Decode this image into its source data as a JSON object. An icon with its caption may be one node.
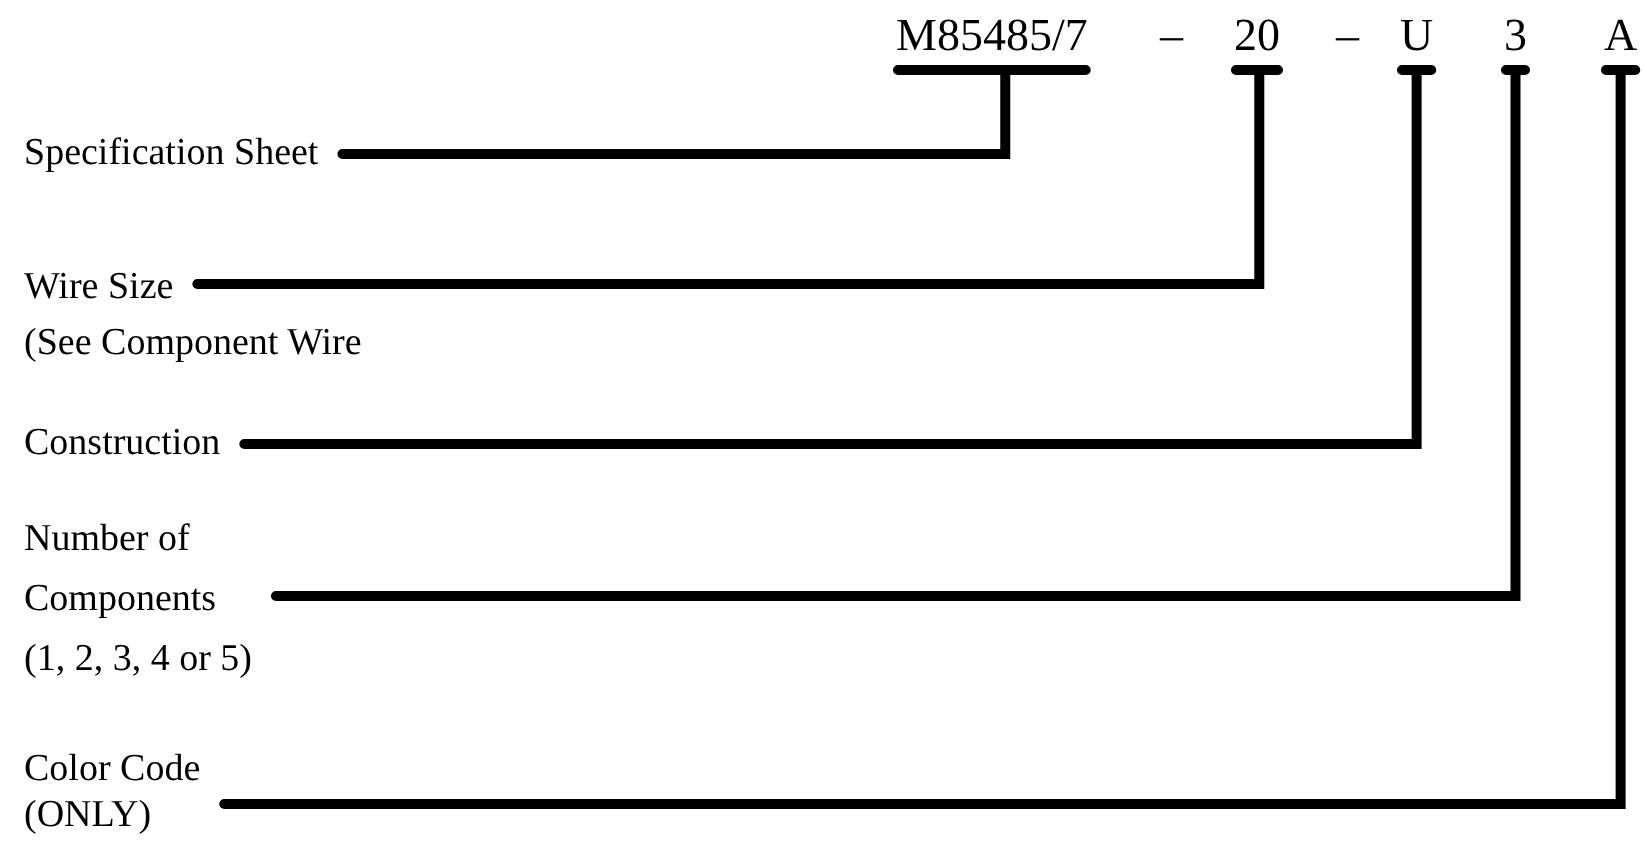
{
  "diagram": {
    "nodes": [
      {
        "text": [
          "M85485/7"
        ]
      },
      {
        "text": [
          "20"
        ]
      },
      {
        "text": [
          "U"
        ]
      },
      {
        "text": [
          "3"
        ]
      },
      {
        "text": [
          "A"
        ]
      },
      {
        "text": [
          "Specification Sheet"
        ]
      },
      {
        "text": [
          "Wire Size (See Component Wire"
        ]
      },
      {
        "text": [
          "Construction"
        ]
      },
      {
        "text": [
          "Number of Components (1, 2, 3, 4 or 5)"
        ]
      },
      {
        "text": [
          "Color Code (ONLY)"
        ]
      }
    ],
    "edges": [
      {
        "from": 5,
        "to": 0,
        "arrow": "none"
      },
      {
        "from": 6,
        "to": 1,
        "arrow": "none"
      },
      {
        "from": 7,
        "to": 2,
        "arrow": "none"
      },
      {
        "from": 8,
        "to": 3,
        "arrow": "none"
      },
      {
        "from": 9,
        "to": 4,
        "arrow": "none"
      }
    ],
    "labels": [
      "–",
      "–"
    ]
  }
}
